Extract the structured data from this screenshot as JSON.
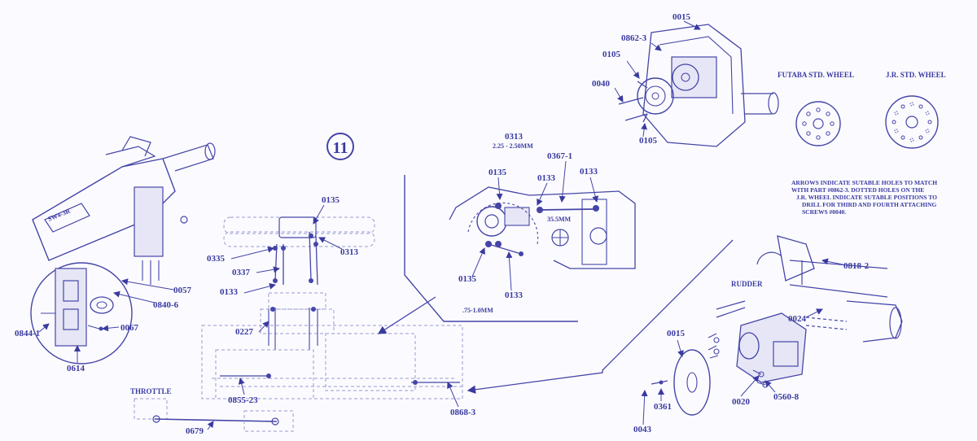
{
  "step_number": "11",
  "headings": {
    "futaba_wheel": "FUTABA STD. WHEEL",
    "jr_wheel": "J.R. STD. WHEEL",
    "rudder": "RUDDER",
    "throttle": "THROTTLE"
  },
  "note_lines": [
    "ARROWS INDICATE SUTABLE HOLES TO MATCH",
    "WITH PART #0862-3. DOTTED HOLES ON THE",
    "J.R. WHEEL INDICATE SUTABLE POSITIONS TO",
    "DRILL FOR THIRD AND FOURTH ATTACHING",
    "SCREWS #0040."
  ],
  "dimensions": {
    "ball_gap": "2.25 - 2.50MM",
    "rod_length": "35.5MM",
    "small_gap": ".75-1.0MM"
  },
  "part_labels": {
    "p0015_top": "0015",
    "p0862_3": "0862-3",
    "p0105_top": "0105",
    "p0040": "0040",
    "p0105_bottom": "0105",
    "p0313_top": "0313",
    "p0367_1": "0367-1",
    "p0135_mid": "0135",
    "p0133_mid_a": "0133",
    "p0133_mid_b": "0133",
    "p0135_low": "0135",
    "p0133_low": "0133",
    "p0135_left": "0135",
    "p0313_left": "0313",
    "p0335": "0335",
    "p0337": "0337",
    "p0133_left": "0133",
    "p0227": "0227",
    "p0855_23": "0855-23",
    "p0679": "0679",
    "p0868_3": "0868-3",
    "p0057": "0057",
    "p0840_6": "0840-6",
    "p0067": "0067",
    "p0844_1": "0844-1",
    "p0614": "0614",
    "p0818_2": "0818-2",
    "p0024": "0024",
    "p0015_bottom": "0015",
    "p0361": "0361",
    "p0043": "0043",
    "p0020": "0020",
    "p0560_8": "0560-8"
  }
}
